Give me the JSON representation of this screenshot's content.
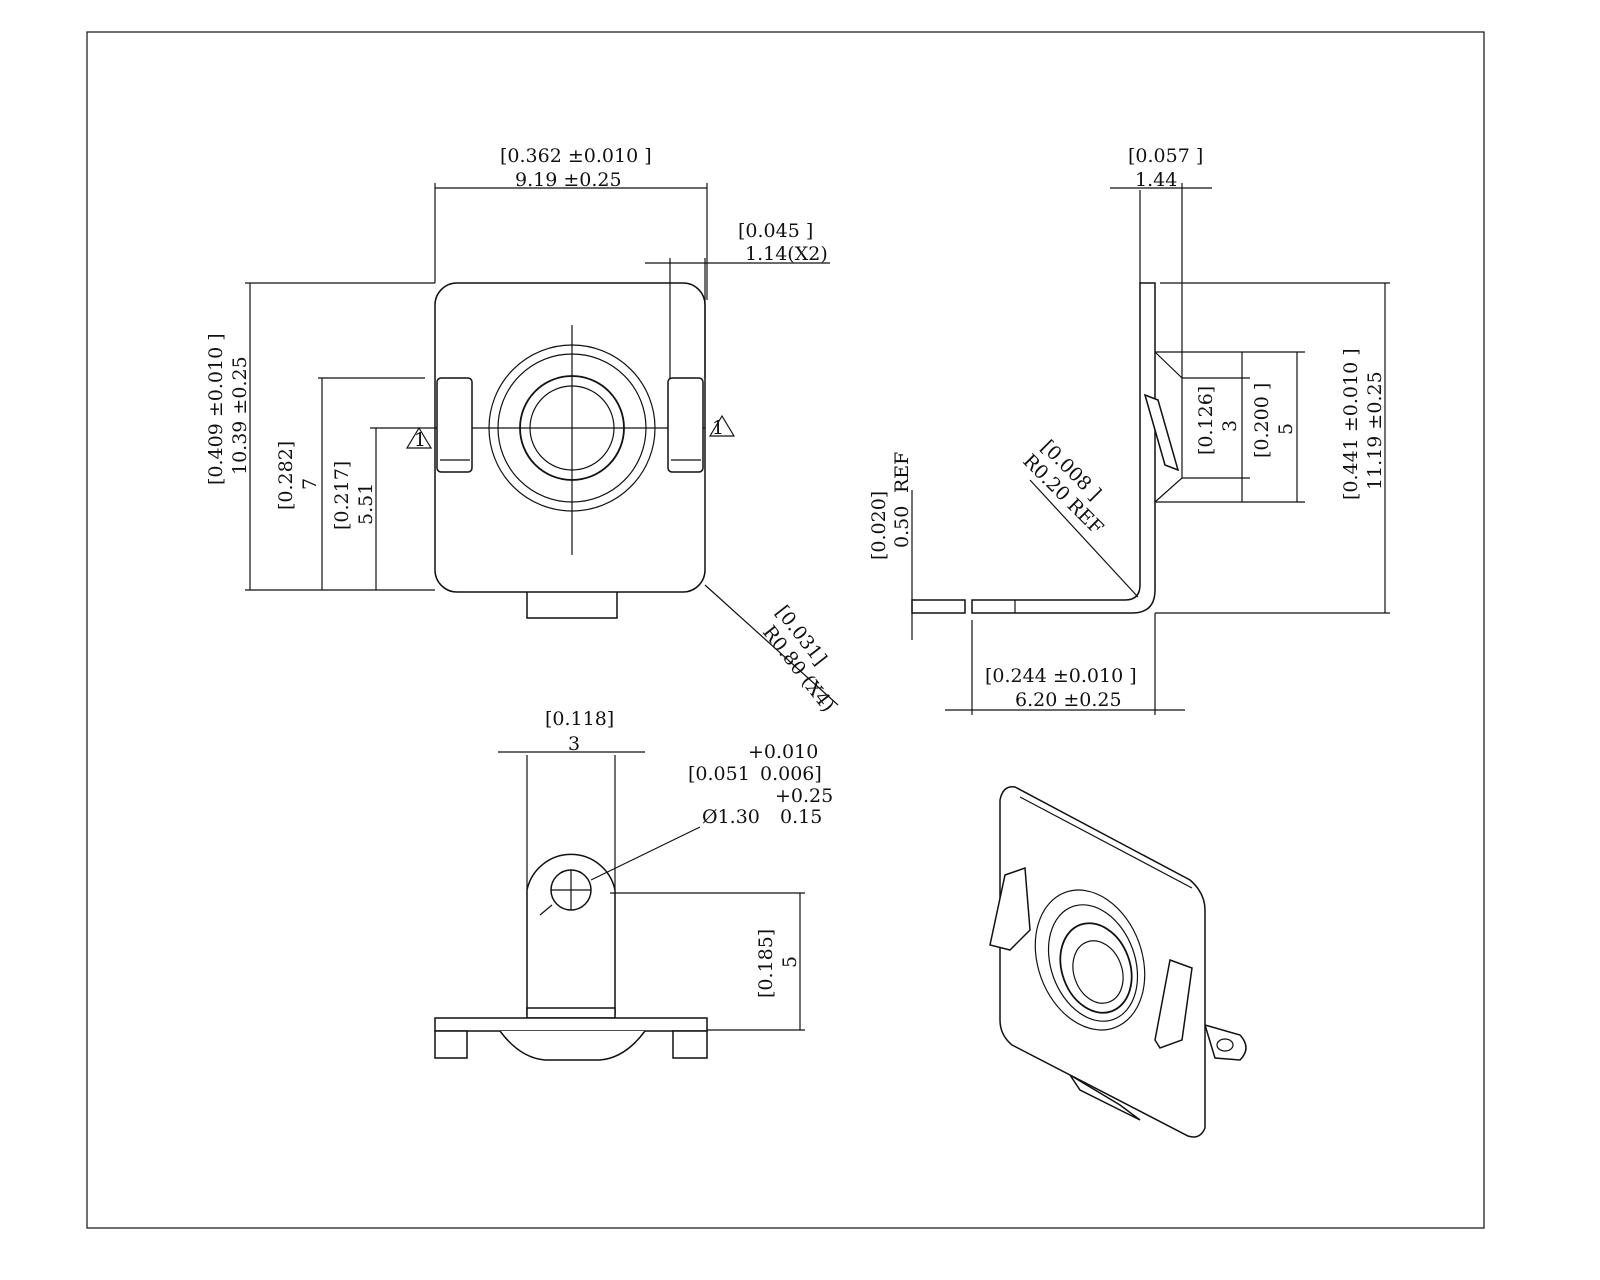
{
  "front_view": {
    "width_in": "[0.362 ±0.010 ]",
    "width_mm": "9.19 ±0.25",
    "slot_in": "[0.045 ]",
    "slot_mm": "1.14(X2)",
    "height_in": "[0.409 ±0.010 ]",
    "height_mm": "10.39 ±0.25",
    "slot_top_in": "[0.282]",
    "slot_top_mm": "7",
    "center_in": "[0.217]",
    "center_mm": "5.51",
    "radius_in": "[0.031]",
    "radius_mm": "R0.80 (X4)",
    "datum_left": "1",
    "datum_right": "1"
  },
  "side_view": {
    "thickness_in": "[0.057 ]",
    "thickness_mm": "1.44",
    "height_in": "[0.441 ±0.010 ]",
    "height_mm": "11.19 ±0.25",
    "bump_in": "[0.126]",
    "bump_mm": "3",
    "bump_span_in": "[0.200 ]",
    "bump_span_mm": "5",
    "foot_in": "[0.020]",
    "foot_ref": "REF",
    "foot_mm": "0.50",
    "bend_in": "[0.008 ]",
    "bend_mm": "R0.20 REF",
    "length_in": "[0.244 ±0.010 ]",
    "length_mm": "6.20 ±0.25"
  },
  "bottom_view": {
    "tab_width_in": "[0.118]",
    "tab_width_mm": "3",
    "hole_in_plus": "+0.010",
    "hole_in": "[0.051",
    "hole_in_minus": "0.006]",
    "hole_mm_plus": "+0.25",
    "hole_mm": "Ø1.30",
    "hole_mm_minus": "0.15",
    "hole_height_in": "[0.185]",
    "hole_height_mm": "5"
  }
}
